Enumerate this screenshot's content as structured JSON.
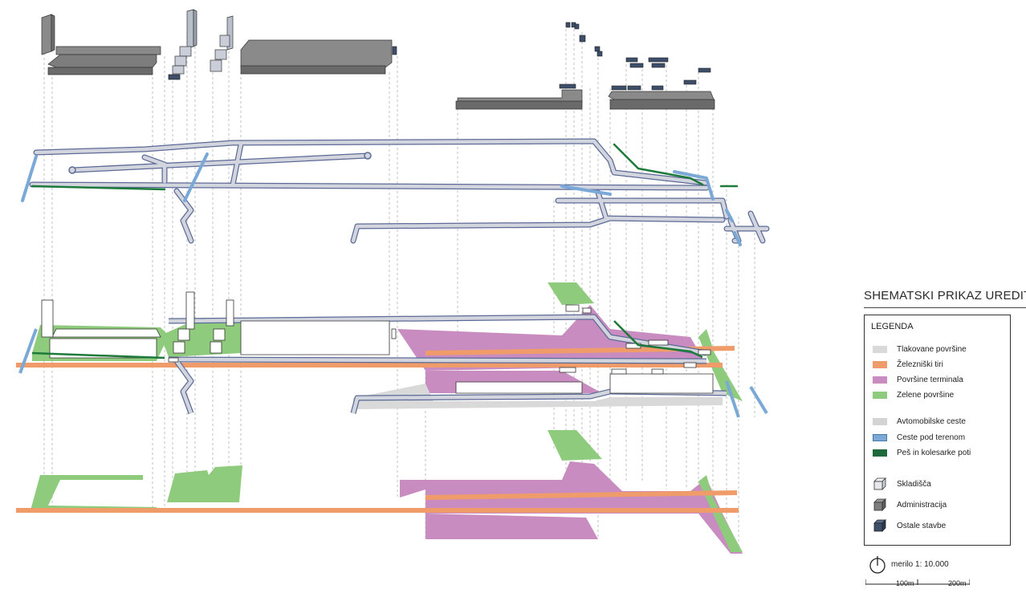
{
  "title": "SHEMATSKI PRIKAZ UREDITVE",
  "legend": {
    "heading": "LEGENDA",
    "surface_items": [
      {
        "label": "Tlakovane površine",
        "color": "#d9d9d9",
        "icon": "paved-surface-swatch"
      },
      {
        "label": "Železniški tiri",
        "color": "#ef9c6a",
        "icon": "railway-swatch"
      },
      {
        "label": "Površine terminala",
        "color": "#c88cc0",
        "icon": "terminal-surface-swatch"
      },
      {
        "label": "Zelene površine",
        "color": "#8fcb7c",
        "icon": "green-surface-swatch"
      }
    ],
    "road_items": [
      {
        "label": "Avtomobilske ceste",
        "color": "#d3d3d3",
        "icon": "road-swatch"
      },
      {
        "label": "Ceste pod terenom",
        "color": "#7aa9d8",
        "icon": "underground-road-swatch"
      },
      {
        "label": "Peš in kolesarke poti",
        "color": "#1e6a3a",
        "icon": "path-swatch"
      }
    ],
    "building_items": [
      {
        "label": "Skladišča",
        "color": "#e6e8ec",
        "icon": "warehouse-cube-icon"
      },
      {
        "label": "Administracija",
        "color": "#7d7d7d",
        "icon": "admin-cube-icon"
      },
      {
        "label": "Ostale stavbe",
        "color": "#3d4f6a",
        "icon": "other-building-cube-icon"
      }
    ]
  },
  "scale": {
    "label": "merilo  1: 10.000",
    "tick_100": "100m",
    "tick_200": "200m",
    "icon": "north-arrow-icon"
  },
  "colors": {
    "road_fill": "#d2d5de",
    "road_edge": "#5b6a96",
    "underground": "#7aa9d8",
    "path": "#1e7a3a",
    "rail": "#ef9c6a",
    "terminal": "#c88cc0",
    "green": "#8fcb7c",
    "paved": "#d9d9d9",
    "admin": "#7d7d7d",
    "other": "#3d4f6a",
    "warehouse": "#ffffff"
  }
}
